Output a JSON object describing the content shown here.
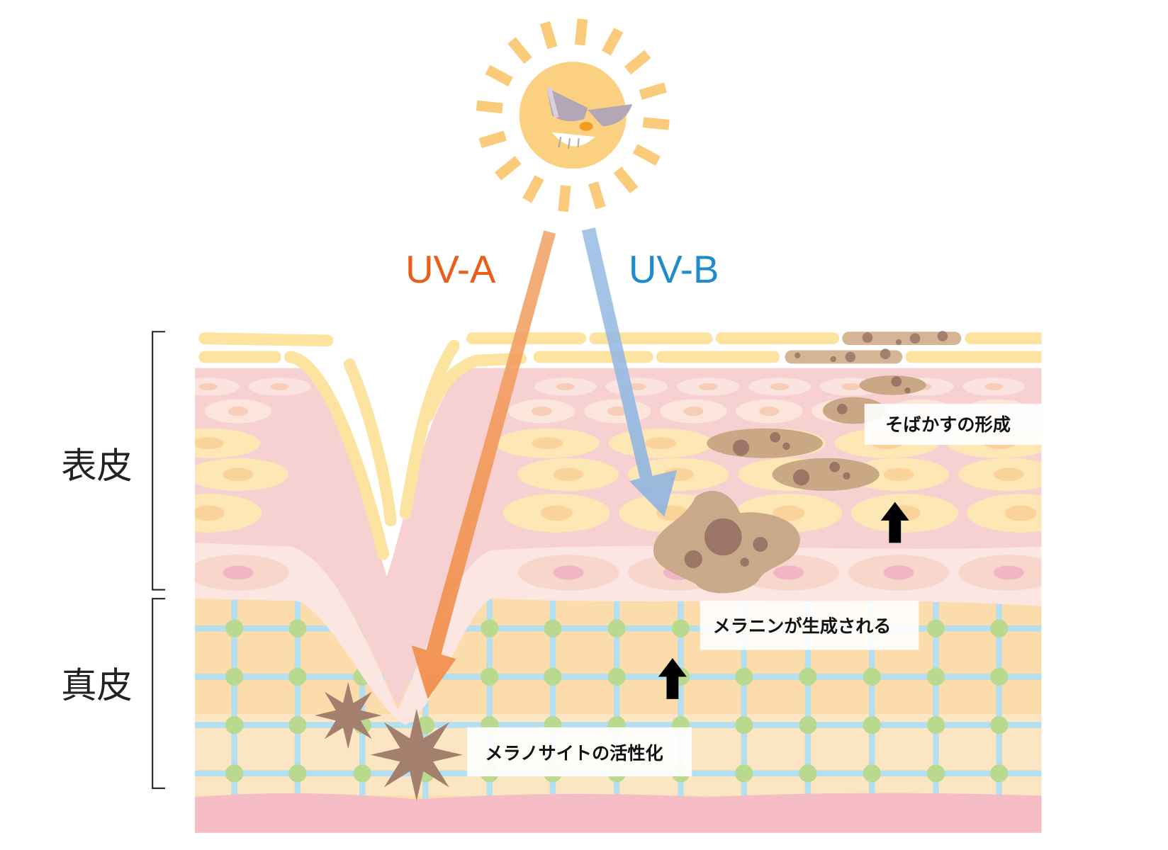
{
  "uv_a": {
    "label": "UV-A",
    "color": "#ea5e1a"
  },
  "uv_b": {
    "label": "UV-B",
    "color": "#1e8ccc"
  },
  "layers": {
    "epidermis": "表皮",
    "dermis": "真皮"
  },
  "annotations": {
    "freckles": "そばかすの形成",
    "melanin": "メラニンが生成される",
    "melanocyte": "メラノサイトの活性化"
  }
}
